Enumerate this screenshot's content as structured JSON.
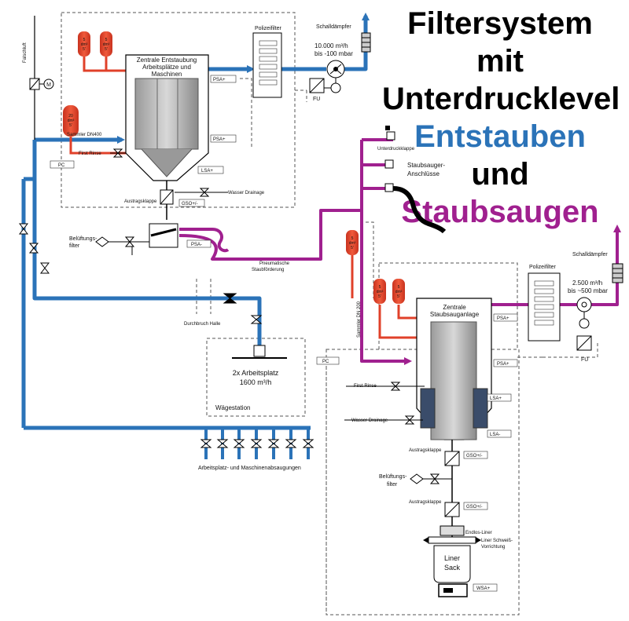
{
  "title": {
    "line1": "Filtersystem mit",
    "line2": "Unterdrucklevel",
    "line3a": "Entstauben",
    "line3b": "und",
    "line4": "Staubsaugen"
  },
  "colors": {
    "blue": "#2b73b8",
    "purple": "#a0208f",
    "red": "#e0412a",
    "black": "#000000",
    "dashed": "#555555"
  },
  "labels": {
    "falschluft": "Falschluft",
    "m": "M",
    "sammler_dn400": "Sammler DN400",
    "first_rinse_1": "First Rinse",
    "pc_1": "PC",
    "zentrale_entstaubung": [
      "Zentrale Entstaubung",
      "Arbeitsplätze und",
      "Maschinen"
    ],
    "psa_plus_1": "PSA+",
    "psa_plus_2": "PSA+",
    "lsa_plus_1": "LSA+",
    "austragsklappe_1": "Austragsklappe",
    "gso_1": "GSO+/-",
    "wasser_drainage_1": "Wasser Drainage",
    "belueftungsfilter_1": [
      "Belüftungs-",
      "filter"
    ],
    "psa_minus_1": "PSA-",
    "pneumatische_staubfoerderung": [
      "Pneumatische",
      "Staubförderung"
    ],
    "durchbruch_halle": "Durchbruch Halle",
    "arbeitsplatz": [
      "2x Arbeitsplatz",
      "1600 m³/h"
    ],
    "waegestation": "Wägestation",
    "arbeitsplatz_absaugungen": "Arbeitsplatz- und Maschinenabsaugungen",
    "polizeifilter_1": "Polizeifilter",
    "schalldaempfer_1": "Schalldämpfer",
    "flow_1": [
      "10.000 m³/h",
      "bis -100 mbar"
    ],
    "fu_1": "FU",
    "unterdruckklappe": "Unterdruckklappe",
    "staubsauger_anschluesse": [
      "Staubsauger-",
      "Anschlüsse"
    ],
    "sammler_dn200": "Sammler DN 200",
    "zentrale_staubsauganlage": [
      "Zentrale",
      "Staubsauganlage"
    ],
    "psa_plus_3": "PSA+",
    "psa_plus_4": "PSA+",
    "polizeifilter_2": "Polizeifilter",
    "schalldaempfer_2": "Schalldämpfer",
    "flow_2": [
      "2.500 m³/h",
      "bis ~500 mbar"
    ],
    "fu_2": "FU",
    "pc_2": "PC",
    "first_rinse_2": "First Rinse",
    "lsa_plus_2": "LSA+",
    "wasser_drainage_2": "Wasser Drainage",
    "lsa_minus": "LSA-",
    "austragsklappe_2": "Austragsklappe",
    "gso_2": "GSO+/-",
    "belueftungsfilter_2": [
      "Belüftungs-",
      "filter"
    ],
    "austragsklappe_3": "Austragsklappe",
    "gso_3": "GSO+/-",
    "endlos_liner": "Endlos-Liner",
    "liner_schweiss": [
      "Liner Schweiß-",
      "Vorrichtung"
    ],
    "liner_sack": [
      "Liner",
      "Sack"
    ],
    "wsa_plus": "WSA+",
    "vessel_label": [
      "5",
      "dm³",
      "5'"
    ],
    "vessel_label_20": [
      "20",
      "dm³",
      "5'"
    ]
  }
}
